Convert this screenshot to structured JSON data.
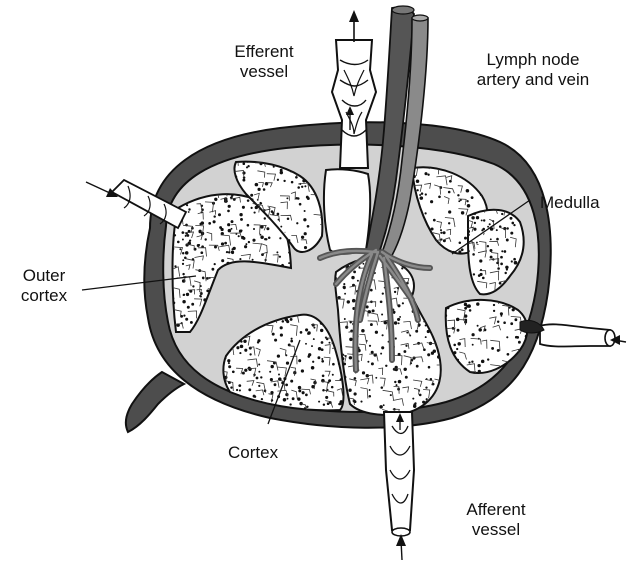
{
  "labels": {
    "efferent": [
      "Efferent",
      "vessel"
    ],
    "lymph_vessels": [
      "Lymph node",
      "artery and vein"
    ],
    "medulla": "Medulla",
    "outer_cortex": [
      "Outer",
      "cortex"
    ],
    "cortex": "Cortex",
    "afferent": [
      "Afferent",
      "vessel"
    ]
  },
  "colors": {
    "capsule": "#4d4d4d",
    "subcapsular_sinus": "#d2d2d2",
    "cortex_fill": "#ffffff",
    "vessel_dark": "#555555",
    "vessel_light": "#8a8a8a",
    "outline": "#111111"
  }
}
